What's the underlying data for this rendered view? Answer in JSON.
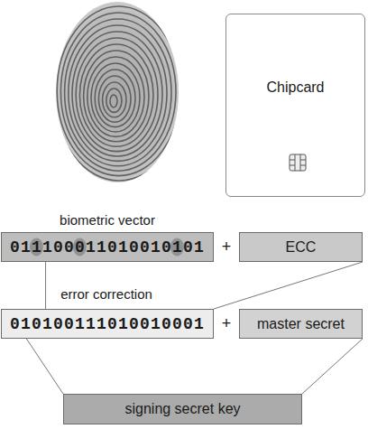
{
  "diagram": {
    "nodes": [
      {
        "text": [
          "Chipcard"
        ]
      },
      {
        "text": [
          "biometric vector",
          "011100011010010101"
        ]
      },
      {
        "text": [
          "ECC"
        ]
      },
      {
        "text": [
          "010100111010010001"
        ]
      },
      {
        "text": [
          "master secret"
        ]
      },
      {
        "text": [
          "signing secret key"
        ]
      }
    ],
    "edges": [
      {
        "from": 1,
        "to": 3,
        "arrow": "none"
      },
      {
        "from": 2,
        "to": 3,
        "arrow": "none"
      },
      {
        "from": 3,
        "to": 5,
        "arrow": "none"
      },
      {
        "from": 4,
        "to": 5,
        "arrow": "none"
      }
    ],
    "labels": [
      "+",
      "+",
      "error correction"
    ]
  }
}
